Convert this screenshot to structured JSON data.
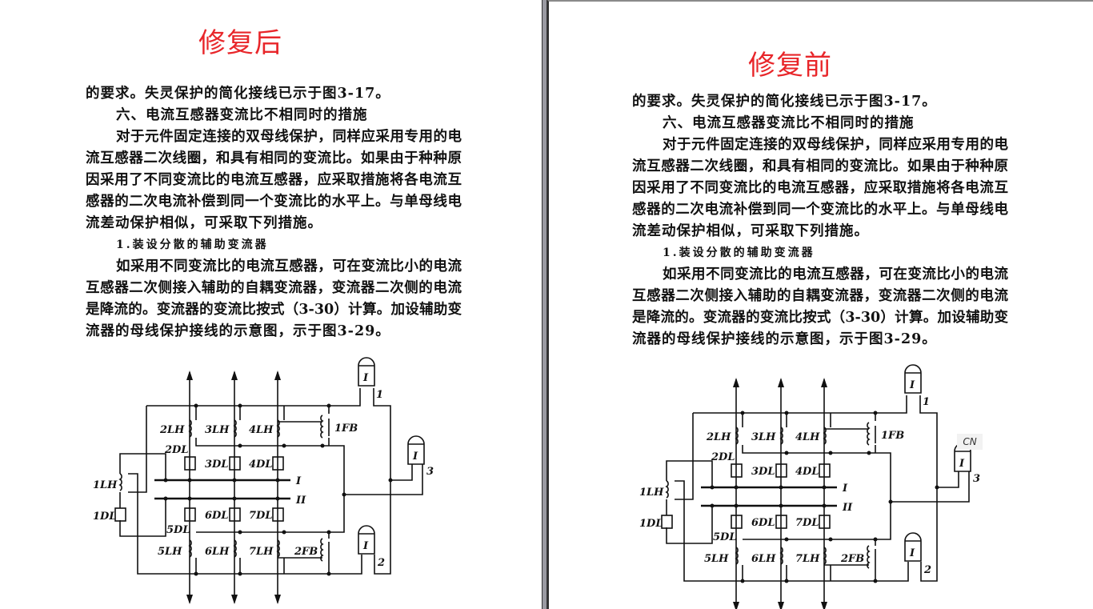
{
  "left": {
    "title": "修复后"
  },
  "right": {
    "title": "修复前",
    "extra_label": "CN"
  },
  "text": {
    "lines": [
      "的要求。失灵保护的简化接线已示于图3-17。",
      "六、电流互感器变流比不相同时的措施",
      "对于元件固定连接的双母线保护，同样应采用专用的电",
      "流互感器二次线圈，和具有相同的变流比。如果由于种种原",
      "因采用了不同变流比的电流互感器，应采取措施将各电流互",
      "感器的二次电流补偿到同一个变流比的水平上。与单母线电",
      "流差动保护相似，可采取下列措施。",
      "1.装设分散的辅助变流器",
      "如采用不同变流比的电流互感器，可在变流比小的电流",
      "互感器二次侧接入辅助的自耦变流器，变流器二次侧的电流",
      "是降流的。变流器的变流比按式（3-30）计算。加设辅助变",
      "流器的母线保护接线的示意图，示于图3-29。"
    ]
  },
  "diagram": {
    "l2LH": "2LH",
    "l3LH": "3LH",
    "l4LH": "4LH",
    "l1FB": "1FB",
    "l2DL": "2DL",
    "l3DL": "3DL",
    "l4DL": "4DL",
    "l1LH": "1LH",
    "l1DL": "1DL",
    "busI": "I",
    "busII": "II",
    "l5DL": "5DL",
    "l6DL": "6DL",
    "l7DL": "7DL",
    "l5LH": "5LH",
    "l6LH": "6LH",
    "l7LH": "7LH",
    "l2FB": "2FB",
    "n1": "1",
    "n2": "2",
    "n3": "3",
    "relay": "I"
  },
  "colors": {
    "title": "#e8262a"
  }
}
